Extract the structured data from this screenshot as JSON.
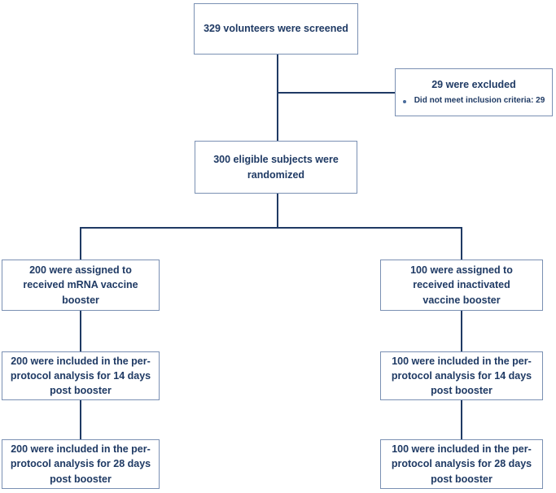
{
  "flow": {
    "screened": "329 volunteers were screened",
    "excluded": {
      "title": "29 were excluded",
      "reason": "Did not meet inclusion criteria: 29"
    },
    "randomized": "300 eligible subjects were randomized",
    "left": {
      "assigned": "200 were assigned to received mRNA vaccine booster",
      "day14": "200 were included in the per-protocol analysis for 14 days post booster",
      "day28": "200 were included in the per-protocol analysis for 28 days post booster"
    },
    "right": {
      "assigned": "100 were assigned to received inactivated vaccine booster",
      "day14": "100 were included in the per-protocol analysis for 14 days post booster",
      "day28": "100 were included in the per-protocol analysis for 28 days post booster"
    }
  }
}
